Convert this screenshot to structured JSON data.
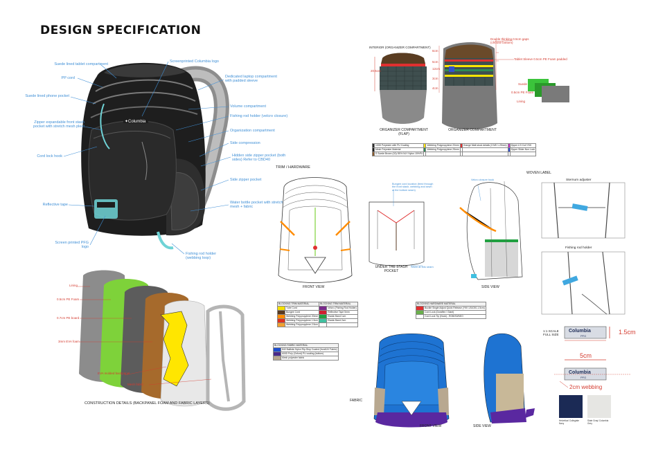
{
  "title": "DESIGN SPECIFICATION",
  "callouts_left": [
    "Suede lined tablet compartment",
    "PP cord",
    "Suede lined phone pocket",
    "Zipper expandable front stash pocket with stretch mesh pleat",
    "Cord lock hook",
    "Reflective tape",
    "Screen printed PFG logo"
  ],
  "callouts_right": [
    "Screenprinted Columbia logo",
    "Dedicated laptop compartment with padded sleeve",
    "Volume compartment",
    "Fishing rod holder (velcro closure)",
    "Organization compartment",
    "Side compression",
    "Hidden side zipper pocket (both sides) Refer to CBD40",
    "Side zipper pocket",
    "Water bottle pocket with stretch mesh + fabric",
    "Fishing rod holder (webbing loop)"
  ],
  "interior": {
    "header": "INTERIOR (ORGANIZER COMPARTMENT)",
    "cap_flap": "ORGANIZER COMPARTMENT (FLAP)",
    "cap_main": "ORGANIZER COMPARTMENT",
    "note_top": "Double thinking 0.5cm gaps (choose bottom)",
    "note_sleeve": "Tablet Sleeve 0.5cm PE Foam padded",
    "dim_main": "20.5cm",
    "dims_right": [
      "6cm",
      "5cm",
      "12cm",
      "3cm",
      "4cm"
    ],
    "layers": [
      "Suede",
      "0.5cm PE Foam",
      "Lining"
    ]
  },
  "trim_header": "TRIM / HARDWARE",
  "views": {
    "front": "FRONT VIEW",
    "stash": "UNDER THE STASH POCKET",
    "side": "SIDE VIEW",
    "stash_note1": "Bungee cord location (feed through the front stash, webbing and sewn at the bottom seam)",
    "stash_note2": "Sewn at this seam",
    "velcro_note": "Velcro closure hook"
  },
  "woven_label": {
    "header": "WOVEN LABEL",
    "sternum": "Sternum adjuster",
    "rodholder": "Fishing rod holder",
    "scale": "1:1 SCALE FULL SIZE",
    "brand": "Columbia",
    "sub": "PFG",
    "height": "1.5cm",
    "width": "5cm",
    "webbing": "2cm webbing",
    "swatch1": "Helvetica/ Collegiate Navy",
    "swatch2": "Slate Gray/ Columbia Grey"
  },
  "construction": {
    "caption": "CONSTRUCTION DETAILS (BACKPANEL FOAM AND FABRIC LAYERS)",
    "layers": [
      "Lining",
      "0.5cm PE Foam",
      "0.7cm PE board",
      "3mm EVA foam",
      "EVA molded backpanel",
      "Mesh fabric"
    ]
  },
  "fabric": {
    "header": "FABRIC",
    "front": "FRONT VIEW",
    "side": "SIDE VIEW"
  },
  "tables": {
    "interior": [
      {
        "color": "#2b2b2b",
        "text": "100D Polyester with PU Coating"
      },
      {
        "color": "#1a1a1a",
        "text": "Mesh Polyester Material"
      },
      {
        "color": "#8b5a2b",
        "text": "S Suede Brown (02)/ 85% NLY Nylon 15%PU"
      },
      {
        "color": "#ffe600",
        "text": "Webbing Polypropylene 20mm"
      },
      {
        "color": "#2e8b57",
        "text": "Webbing Polypropylene 25mm"
      },
      {
        "color": "#e03030",
        "text": "Orange Matt stock details (3 MS 1-25mm)"
      },
      {
        "color": "#c838c8",
        "text": "Zipper # 5 Coil YKK"
      },
      {
        "color": "#3050d0",
        "text": "Zipper Slider Non Lock"
      }
    ],
    "trim_left_header": "BLOCKING TRIM MATERIAL",
    "trim_left": [
      {
        "color": "#f5e000",
        "text": "Tube Cord"
      },
      {
        "color": "#5a3a20",
        "text": "Bungee Cord"
      },
      {
        "color": "#ff8c00",
        "text": "Webbing Polypropylene 20mm"
      },
      {
        "color": "#e0301f",
        "text": "Webbing Polypropylene 1.5cm"
      },
      {
        "color": "#f0a030",
        "text": "Webbing Polypropylene 2.5cm"
      }
    ],
    "trim_mid": [
      {
        "color": "#7a2a8a",
        "text": "Velcro (Fishing Rod Holder)"
      },
      {
        "color": "#d02030",
        "text": "Reflective Tape 5mm"
      },
      {
        "color": "#20a040",
        "text": "Elastic Band 1cm"
      },
      {
        "color": "#40c0a0",
        "text": "Elastic Band 2cm"
      }
    ],
    "hardware_header": "BLOCKING HARDWARE MATERIAL",
    "hardware": [
      {
        "color": "#e03030",
        "text": "Buckle Single Adjust Quick Release (YKK LB1030-1.5cm)"
      },
      {
        "color": "#6ab04c",
        "text": "Cord Lock (Duraflex / Giant)"
      },
      {
        "color": "#ffffff",
        "text": "Cord Lock Tip (Hook) - ROB/S0/NEO"
      }
    ],
    "fabric_header": "BLOCKING FABRIC MATERIAL",
    "fabric": [
      {
        "color": "#1e4fd0",
        "text": "840 Ballistic Nylon Rip-Stop Coated (front/UV Fabric)"
      },
      {
        "color": "#4a2a8a",
        "text": "600D Poly (Oxford) PU coating (bottom)"
      },
      {
        "color": "#b8a890",
        "text": "Mesh polyester fabric"
      }
    ]
  },
  "colors": {
    "label_blue": "#3f8fd6",
    "note_red": "#d43b2f",
    "bag_black": "#1e1e1e",
    "accent_teal": "#6fd3d6",
    "fabric_blue": "#1e73d2",
    "fabric_purple": "#5a28a0",
    "navy_swatch": "#1b2a55",
    "gray_swatch": "#e6e6e3"
  }
}
